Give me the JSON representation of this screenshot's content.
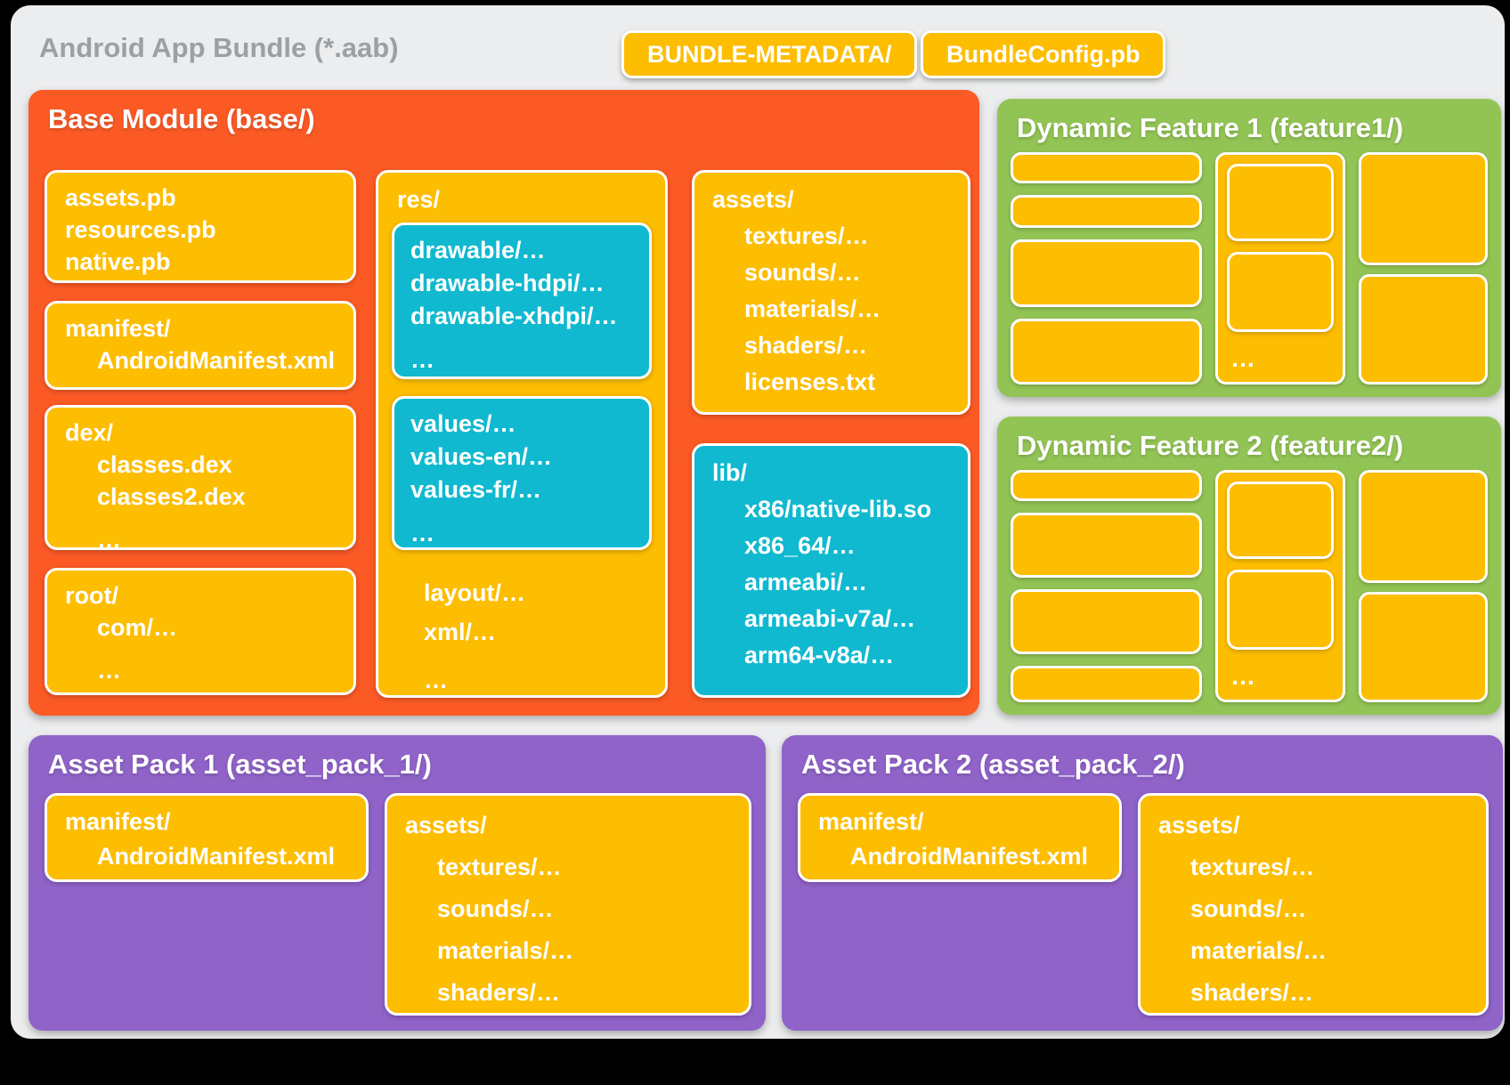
{
  "header": {
    "title": "Android App Bundle (*.aab)",
    "badges": [
      "BUNDLE-METADATA/",
      "BundleConfig.pb"
    ]
  },
  "base_module": {
    "title": "Base Module (base/)",
    "pb_box": [
      "assets.pb",
      "resources.pb",
      "native.pb"
    ],
    "manifest_box": [
      "manifest/",
      "AndroidManifest.xml"
    ],
    "dex_box": [
      "dex/",
      "classes.dex",
      "classes2.dex",
      "…"
    ],
    "root_box": [
      "root/",
      "com/…",
      "…"
    ],
    "res": {
      "title": "res/",
      "drawable_box": [
        "drawable/…",
        "drawable-hdpi/…",
        "drawable-xhdpi/…",
        "…"
      ],
      "values_box": [
        "values/…",
        "values-en/…",
        "values-fr/…",
        "…"
      ],
      "tail": [
        "layout/…",
        "xml/…",
        "…"
      ]
    },
    "assets_box": [
      "assets/",
      "textures/…",
      "sounds/…",
      "materials/…",
      "shaders/…",
      "licenses.txt"
    ],
    "lib_box": [
      "lib/",
      "x86/native-lib.so",
      "x86_64/…",
      "armeabi/…",
      "armeabi-v7a/…",
      "arm64-v8a/…"
    ]
  },
  "dynamic_features": [
    {
      "title": "Dynamic Feature 1 (feature1/)",
      "ellipsis": "…"
    },
    {
      "title": "Dynamic Feature 2 (feature2/)",
      "ellipsis": "…"
    }
  ],
  "asset_packs": [
    {
      "title": "Asset Pack 1 (asset_pack_1/)",
      "manifest_box": [
        "manifest/",
        "AndroidManifest.xml"
      ],
      "assets_box": [
        "assets/",
        "textures/…",
        "sounds/…",
        "materials/…",
        "shaders/…"
      ]
    },
    {
      "title": "Asset Pack 2 (asset_pack_2/)",
      "manifest_box": [
        "manifest/",
        "AndroidManifest.xml"
      ],
      "assets_box": [
        "assets/",
        "textures/…",
        "sounds/…",
        "materials/…",
        "shaders/…"
      ]
    }
  ],
  "colors": {
    "canvas": "#ECEDEE",
    "orange": "#FB5A25",
    "yellow": "#FDBD00",
    "cyan": "#10B9CF",
    "green": "#92C455",
    "purple": "#9063C9",
    "title_gray": "#9AA0A6",
    "text": "#FFFFFF"
  }
}
